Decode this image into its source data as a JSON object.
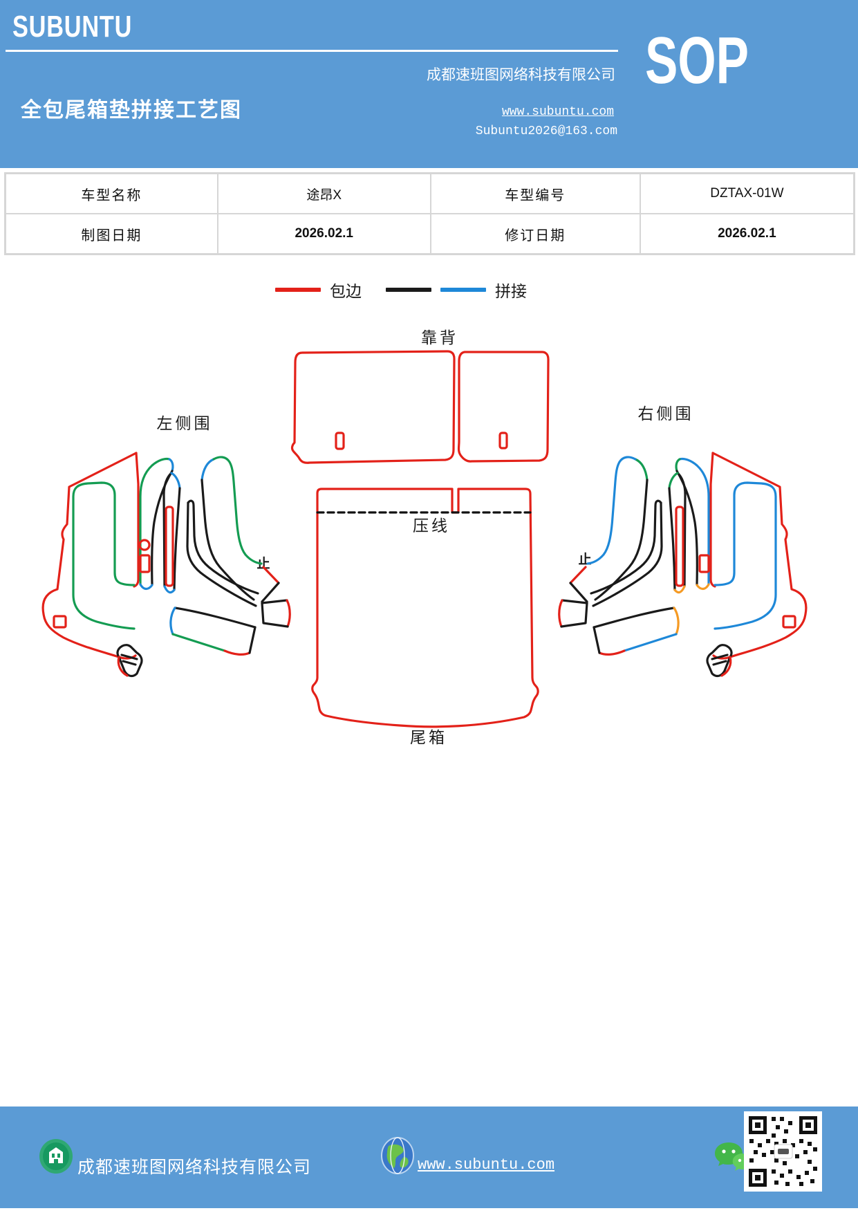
{
  "header": {
    "logo": "SUBUNTU",
    "company": "成都速班图网络科技有限公司",
    "title": "全包尾箱垫拼接工艺图",
    "website": "www.subuntu.com",
    "email": "Subuntu2026@163.com",
    "sop": "SOP"
  },
  "info_table": {
    "rows": [
      {
        "cells": [
          "车型名称",
          "途昂X",
          "车型编号",
          "DZTAX-01W"
        ]
      },
      {
        "cells": [
          "制图日期",
          "2026.02.1",
          "修订日期",
          "2026.02.1"
        ]
      }
    ]
  },
  "legend": {
    "edge_binding_label": "包边",
    "stitching_label": "拼接"
  },
  "diagram": {
    "labels": {
      "backrest": "靠背",
      "left_side": "左侧围",
      "right_side": "右侧围",
      "crease_line": "压线",
      "trunk": "尾箱",
      "stop_left": "止",
      "stop_right": "止"
    }
  },
  "footer": {
    "company": "成都速班图网络科技有限公司",
    "website": "www.subuntu.com"
  },
  "colors": {
    "band_blue": "#5b9bd5",
    "edge_binding_red": "#e32119",
    "stitch_black": "#1a1a1a",
    "stitch_blue": "#1e88d8",
    "stitch_green": "#149c52",
    "stitch_orange": "#f59a23",
    "table_border": "#d6d6d6",
    "wechat_green": "#44b549"
  }
}
